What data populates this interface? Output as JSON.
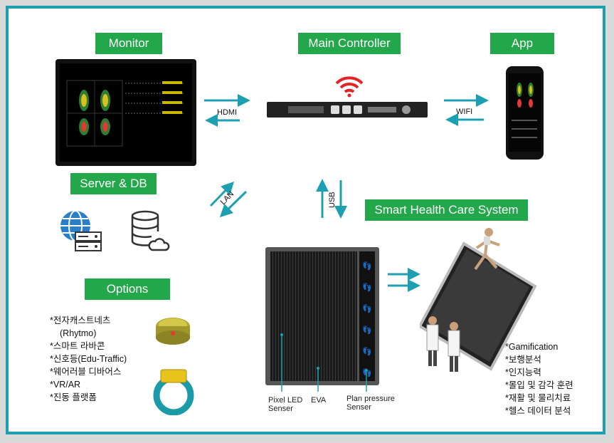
{
  "labels": {
    "monitor": "Monitor",
    "main_controller": "Main Controller",
    "app": "App",
    "server_db": "Server & DB",
    "smart_health": "Smart Health Care System",
    "options": "Options"
  },
  "connections": {
    "hdmi": "HDMI",
    "wifi": "WIFI",
    "lan": "LAN",
    "usb": "USB"
  },
  "options_list": [
    "*전자캐스트네츠",
    "(Rhytmo)",
    "*스마트 라바콘",
    "*신호등(Edu-Traffic)",
    "*웨어러블 디바어스",
    "*VR/AR",
    "*진동 플랫폼"
  ],
  "system_features": [
    "*Gamification",
    "*보행분석",
    "*인지능력",
    "*몰입 및 감각 훈련",
    "*재활 및 물리치료",
    "*헬스 데이터 분석"
  ],
  "sensor_labels": {
    "pixel_led": "Pixel LED Senser",
    "eva": "EVA",
    "plan_pressure": "Plan pressure Senser"
  },
  "colors": {
    "frame": "#1c9fb1",
    "tag_green": "#22a74a",
    "arrow_teal": "#1c9fb1",
    "icon_blue": "#2b7fc9"
  }
}
